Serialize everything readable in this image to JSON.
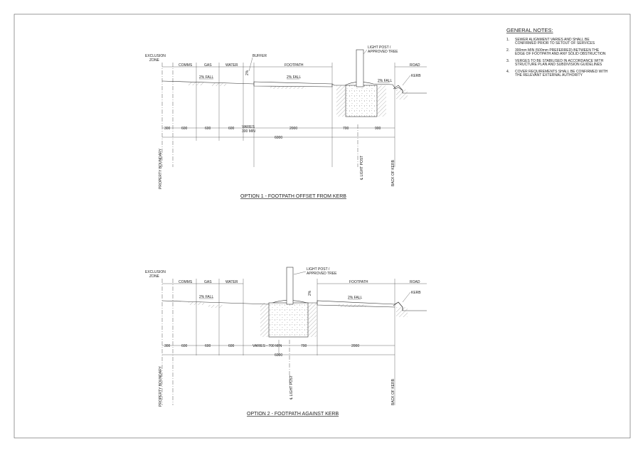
{
  "general_notes": {
    "title": "GENERAL NOTES:",
    "items": [
      {
        "num": "1.",
        "lines": [
          "SEWER ALIGNMENT VARIES AND SHALL BE",
          "CONFIRMED PRIOR TO SETOUT OF SERVICES"
        ]
      },
      {
        "num": "2.",
        "lines": [
          "300mm MIN (500mm PREFERRED) BETWEEN THE",
          "EDGE OF FOOTPATH AND ANY SOLID OBSTRUCTION"
        ]
      },
      {
        "num": "3.",
        "lines": [
          "VERGES TO BE STABILISED IN ACCORDANCE WITH",
          "STRUCTURE PLAN AND SUBDIVISION GUIDELINES"
        ]
      },
      {
        "num": "4.",
        "lines": [
          "COVER REQUIREMENTS SHALL BE CONFIRMED WITH",
          "THE RELEVANT EXTERNAL AUTHORITY"
        ]
      }
    ]
  },
  "option1": {
    "title": "OPTION 1 - FOOTPATH OFFSET FROM KERB",
    "exclusion": [
      "EXCLUSION",
      "ZONE"
    ],
    "comms": "COMMS",
    "gas": "GAS",
    "water": "WATER",
    "buffer": "BUFFER",
    "footpath": "FOOTPATH",
    "light_post": [
      "LIGHT POST /",
      "APPROVED TREE"
    ],
    "road": "ROAD",
    "kerb": "KERB",
    "fall": "2% FALL",
    "fall_note": "2%",
    "dims": [
      "300",
      "600",
      "600",
      "600",
      "VARIES",
      "2000",
      "700",
      "900"
    ],
    "dim_varies_min": "300 MIN",
    "total": "6000",
    "property_boundary": "PROPERTY BOUNDARY",
    "light_post_cl": "℄ LIGHT POST",
    "back_of_kerb": "BACK OF KERB"
  },
  "option2": {
    "title": "OPTION 2 - FOOTPATH AGAINST KERB",
    "exclusion": [
      "EXCLUSION",
      "ZONE"
    ],
    "comms": "COMMS",
    "gas": "GAS",
    "water": "WATER",
    "footpath": "FOOTPATH",
    "light_post": [
      "LIGHT POST /",
      "APPROVED TREE"
    ],
    "road": "ROAD",
    "kerb": "KERB",
    "fall": "2% FALL",
    "fall_note": "2%",
    "dims": [
      "300",
      "600",
      "600",
      "600",
      "VARIES - 700 MIN",
      "700",
      "2000"
    ],
    "total": "6000",
    "property_boundary": "PROPERTY BOUNDARY",
    "light_post_cl": "℄ LIGHT POST",
    "back_of_kerb": "BACK OF KERB"
  }
}
